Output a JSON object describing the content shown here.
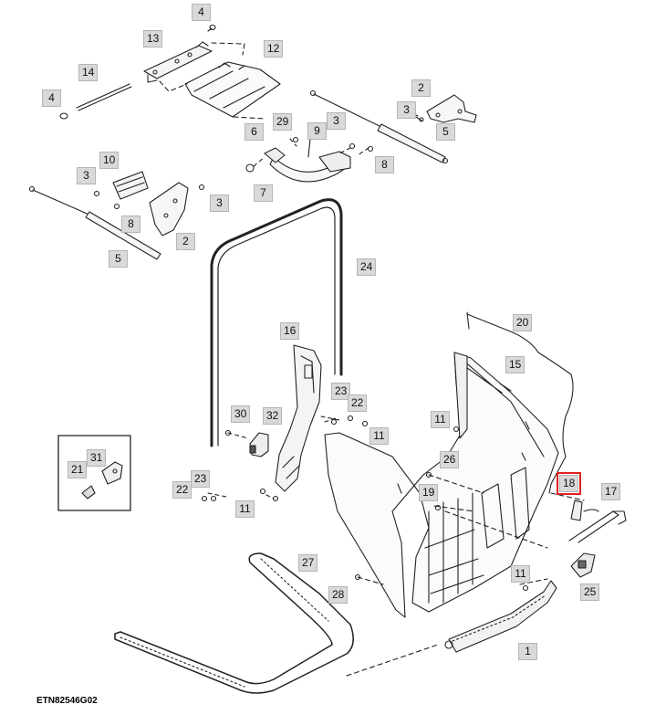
{
  "figure_id": "ETN82546G02",
  "selected_callout": "18",
  "callouts": [
    "1",
    "2",
    "3",
    "4",
    "5",
    "6",
    "7",
    "8",
    "9",
    "10",
    "11",
    "12",
    "13",
    "14",
    "15",
    "16",
    "17",
    "18",
    "19",
    "20",
    "21",
    "22",
    "23",
    "24",
    "25",
    "26",
    "27",
    "28",
    "29",
    "30",
    "31",
    "32"
  ]
}
